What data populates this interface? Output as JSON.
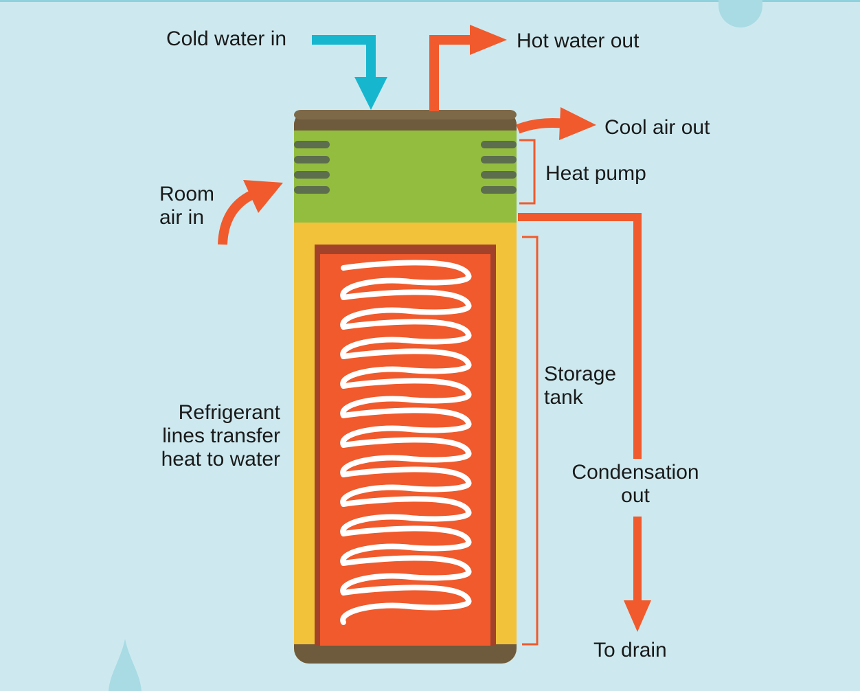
{
  "labels": {
    "cold_water_in": "Cold water in",
    "hot_water_out": "Hot water out",
    "cool_air_out": "Cool air out",
    "heat_pump": "Heat pump",
    "room_air_in": "Room\nair in",
    "storage_tank": "Storage\ntank",
    "refrigerant_lines": "Refrigerant\nlines transfer\nheat to water",
    "condensation_out": "Condensation\nout",
    "to_drain": "To drain"
  },
  "colors": {
    "background": "#cde9ef",
    "cold_arrow": "#17b6cf",
    "hot_arrow": "#f05a2c",
    "heat_pump_body": "#93bd3f",
    "tank_cap": "#6e5a3c",
    "tank_jacket": "#f2c23b",
    "tank_inner": "#f05a2c",
    "coil": "#ffffff",
    "vent": "#5c6e4e"
  }
}
